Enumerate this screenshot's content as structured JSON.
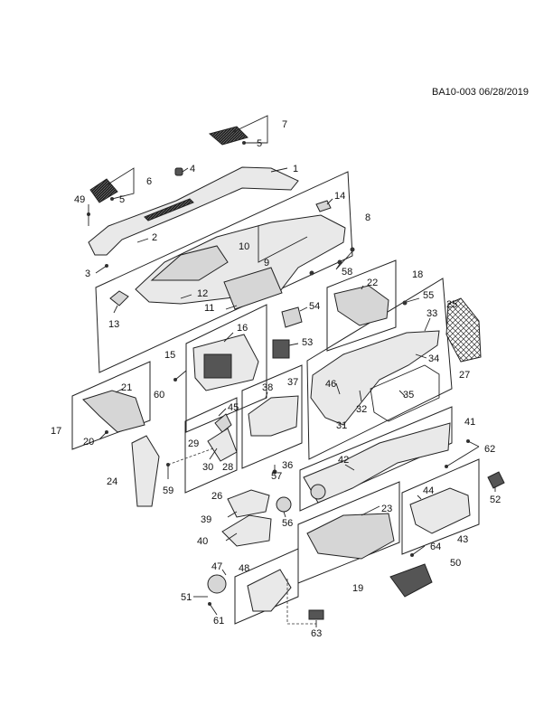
{
  "header": {
    "code": "BA10-003 06/28/2019"
  },
  "callouts": [
    {
      "id": "c1",
      "text": "1"
    },
    {
      "id": "c2",
      "text": "2"
    },
    {
      "id": "c3",
      "text": "3"
    },
    {
      "id": "c4",
      "text": "4"
    },
    {
      "id": "c5a",
      "text": "5"
    },
    {
      "id": "c5b",
      "text": "5"
    },
    {
      "id": "c6",
      "text": "6"
    },
    {
      "id": "c7",
      "text": "7"
    },
    {
      "id": "c8",
      "text": "8"
    },
    {
      "id": "c9",
      "text": "9"
    },
    {
      "id": "c10",
      "text": "10"
    },
    {
      "id": "c11",
      "text": "11"
    },
    {
      "id": "c12",
      "text": "12"
    },
    {
      "id": "c13",
      "text": "13"
    },
    {
      "id": "c14",
      "text": "14"
    },
    {
      "id": "c15",
      "text": "15"
    },
    {
      "id": "c16",
      "text": "16"
    },
    {
      "id": "c17",
      "text": "17"
    },
    {
      "id": "c18",
      "text": "18"
    },
    {
      "id": "c19",
      "text": "19"
    },
    {
      "id": "c20",
      "text": "20"
    },
    {
      "id": "c21",
      "text": "21"
    },
    {
      "id": "c22",
      "text": "22"
    },
    {
      "id": "c23",
      "text": "23"
    },
    {
      "id": "c24",
      "text": "24"
    },
    {
      "id": "c25",
      "text": "25"
    },
    {
      "id": "c26",
      "text": "26"
    },
    {
      "id": "c27",
      "text": "27"
    },
    {
      "id": "c28",
      "text": "28"
    },
    {
      "id": "c29",
      "text": "29"
    },
    {
      "id": "c30",
      "text": "30"
    },
    {
      "id": "c31",
      "text": "31"
    },
    {
      "id": "c32",
      "text": "32"
    },
    {
      "id": "c33",
      "text": "33"
    },
    {
      "id": "c34",
      "text": "34"
    },
    {
      "id": "c35",
      "text": "35"
    },
    {
      "id": "c36",
      "text": "36"
    },
    {
      "id": "c37",
      "text": "37"
    },
    {
      "id": "c38",
      "text": "38"
    },
    {
      "id": "c39",
      "text": "39"
    },
    {
      "id": "c40",
      "text": "40"
    },
    {
      "id": "c41",
      "text": "41"
    },
    {
      "id": "c42",
      "text": "42"
    },
    {
      "id": "c43",
      "text": "43"
    },
    {
      "id": "c44",
      "text": "44"
    },
    {
      "id": "c45",
      "text": "45"
    },
    {
      "id": "c46",
      "text": "46"
    },
    {
      "id": "c47",
      "text": "47"
    },
    {
      "id": "c48",
      "text": "48"
    },
    {
      "id": "c49",
      "text": "49"
    },
    {
      "id": "c50",
      "text": "50"
    },
    {
      "id": "c51",
      "text": "51"
    },
    {
      "id": "c52",
      "text": "52"
    },
    {
      "id": "c53",
      "text": "53"
    },
    {
      "id": "c54",
      "text": "54"
    },
    {
      "id": "c55",
      "text": "55"
    },
    {
      "id": "c56",
      "text": "56"
    },
    {
      "id": "c57",
      "text": "57"
    },
    {
      "id": "c58",
      "text": "58"
    },
    {
      "id": "c59",
      "text": "59"
    },
    {
      "id": "c60",
      "text": "60"
    },
    {
      "id": "c61",
      "text": "61"
    },
    {
      "id": "c62",
      "text": "62"
    },
    {
      "id": "c63",
      "text": "63"
    },
    {
      "id": "c64",
      "text": "64"
    }
  ]
}
